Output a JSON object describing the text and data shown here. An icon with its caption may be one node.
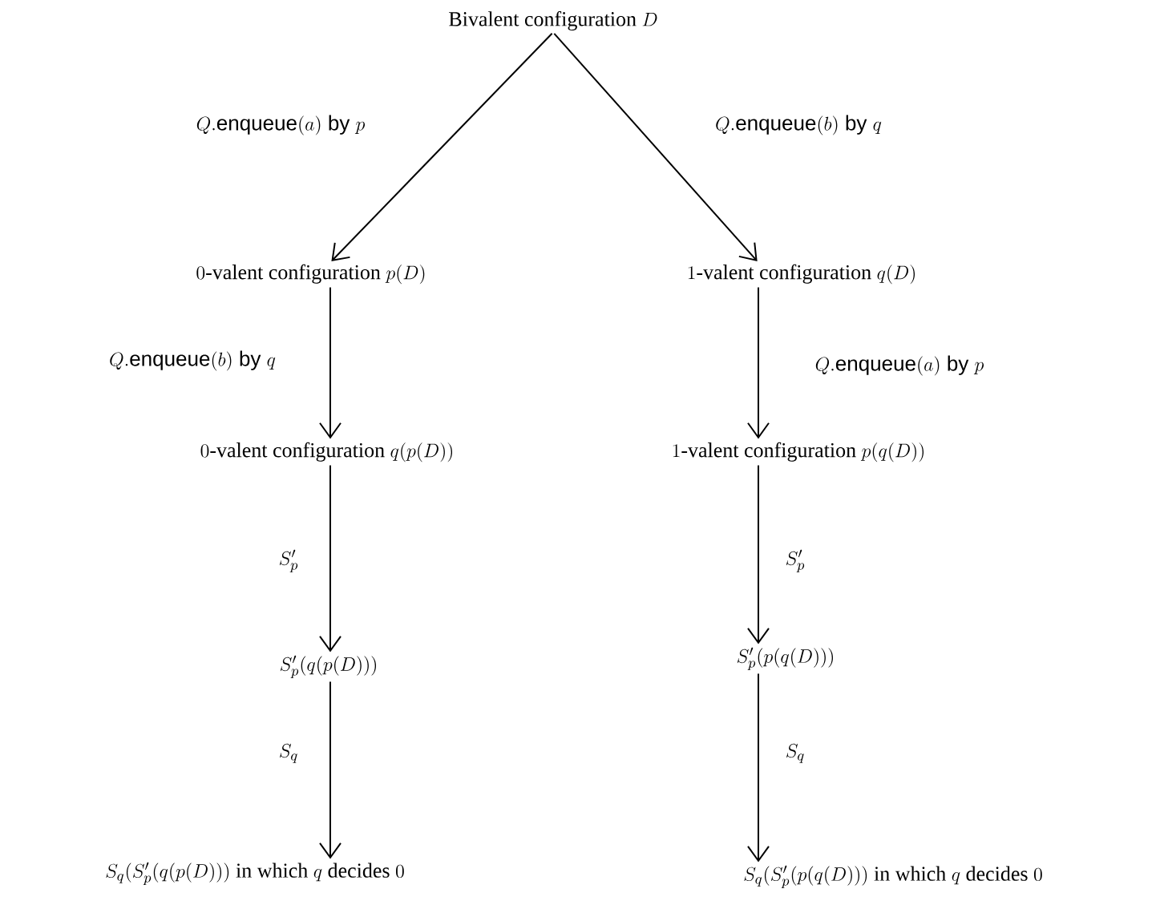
{
  "diagram": {
    "nodes": [
      {
        "text": [
          "\\text{Bivalent configuration } D"
        ]
      },
      {
        "text": [
          "0\\text{-valent configuration } p(D)"
        ]
      },
      {
        "text": [
          "1\\text{-valent configuration } q(D)"
        ]
      },
      {
        "text": [
          "0\\text{-valent configuration } q(p(D))"
        ]
      },
      {
        "text": [
          "1\\text{-valent configuration } p(q(D))"
        ]
      },
      {
        "text": [
          "S'_p(q(p(D)))"
        ]
      },
      {
        "text": [
          "S'_p(p(q(D)))"
        ]
      },
      {
        "text": [
          "S_q(S'_p(q(p(D))) \\text{ in which } q \\text{ decides } 0"
        ]
      },
      {
        "text": [
          "S_q(S'_p(p(q(D))) \\text{ in which } q \\text{ decides } 0"
        ]
      }
    ],
    "edges": [
      {
        "from": 0,
        "to": 1,
        "arrow": "to",
        "label": "Q.\\textsf{enqueue}(a)\\textsf{ by }p"
      },
      {
        "from": 0,
        "to": 2,
        "arrow": "to",
        "label": "Q.\\textsf{enqueue}(b)\\textsf{ by }q"
      },
      {
        "from": 1,
        "to": 3,
        "arrow": "to",
        "label": "Q.\\textsf{enqueue}(b)\\textsf{ by }q"
      },
      {
        "from": 2,
        "to": 4,
        "arrow": "to",
        "label": "Q.\\textsf{enqueue}(a)\\textsf{ by }p"
      },
      {
        "from": 3,
        "to": 5,
        "arrow": "to",
        "label": "S'_p"
      },
      {
        "from": 4,
        "to": 6,
        "arrow": "to",
        "label": "S'_p"
      },
      {
        "from": 5,
        "to": 7,
        "arrow": "to",
        "label": "S_q"
      },
      {
        "from": 6,
        "to": 8,
        "arrow": "to",
        "label": "S_q"
      }
    ]
  }
}
